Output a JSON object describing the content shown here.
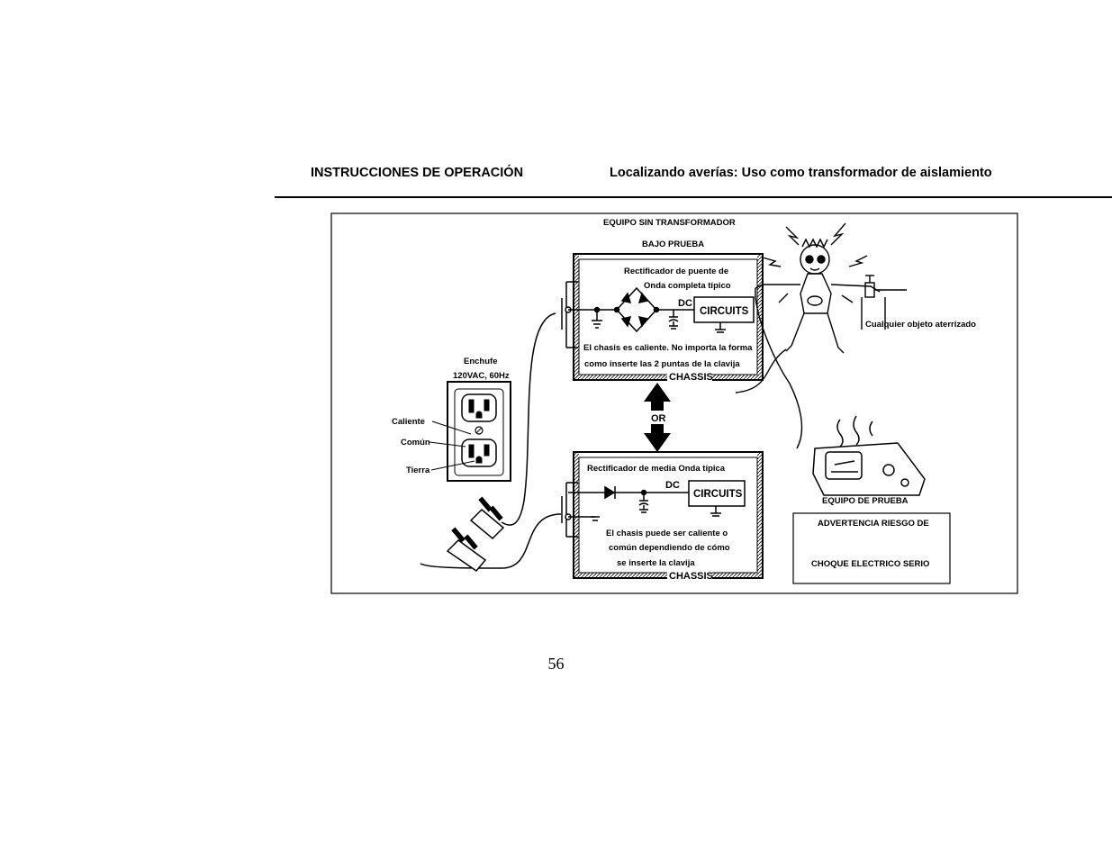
{
  "header": {
    "left_title": "INSTRUCCIONES DE OPERACIÓN",
    "right_title": "Localizando averías: Uso como transformador de aislamiento"
  },
  "figure": {
    "top_box_title_1": "EQUIPO SIN TRANSFORMADOR",
    "top_box_title_2": "BAJO PRUEBA",
    "full_wave_1": "Rectificador de puente de",
    "full_wave_2": "Onda completa típico",
    "dc_top": "DC",
    "circuits_top": "CIRCUITS",
    "chassis_hot_1": "El chasis es caliente. No importa la forma",
    "chassis_hot_2": "como inserte las 2 puntas de la clavija",
    "chassis_top": "CHASSIS",
    "or": "OR",
    "outlet_1": "Enchufe",
    "outlet_2": "120VAC, 60Hz",
    "hot": "Caliente",
    "common": "Común",
    "ground": "Tierra",
    "half_wave": "Rectificador de media Onda típica",
    "dc_bottom": "DC",
    "circuits_bottom": "CIRCUITS",
    "chassis_maybe_1": "El chasis puede ser caliente o",
    "chassis_maybe_2": "común dependiendo de cómo",
    "chassis_maybe_3": "se inserte la clavija",
    "chassis_bottom": "CHASSIS",
    "grounded_object": "Cualquier objeto aterrizado",
    "test_equipment": "EQUIPO DE PRUEBA",
    "warning_1": "ADVERTENCIA RIESGO DE",
    "warning_2": "CHOQUE ELECTRICO SERIO"
  },
  "page_number": "56"
}
